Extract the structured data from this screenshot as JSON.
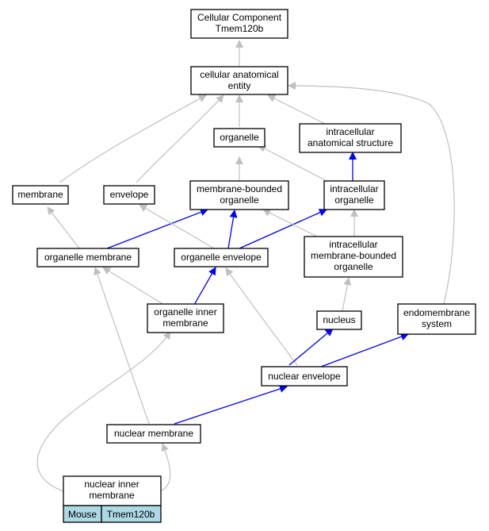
{
  "colors": {
    "is_a_edge": "#c0c0c0",
    "part_of_edge": "#0000ff",
    "annotation_cell": "#add8e6"
  },
  "nodes": {
    "root": [
      "Cellular Component",
      "Tmem120b"
    ],
    "cellular_anatomical_entity": [
      "cellular anatomical",
      "entity"
    ],
    "organelle": [
      "organelle"
    ],
    "intracellular_anatomical_structure": [
      "intracellular",
      "anatomical structure"
    ],
    "membrane": [
      "membrane"
    ],
    "envelope": [
      "envelope"
    ],
    "membrane_bounded_organelle": [
      "membrane-bounded",
      "organelle"
    ],
    "intracellular_organelle": [
      "intracellular",
      "organelle"
    ],
    "organelle_membrane": [
      "organelle membrane"
    ],
    "organelle_envelope": [
      "organelle envelope"
    ],
    "intracellular_membrane_bounded_organelle": [
      "intracellular",
      "membrane-bounded",
      "organelle"
    ],
    "organelle_inner_membrane": [
      "organelle inner",
      "membrane"
    ],
    "nucleus": [
      "nucleus"
    ],
    "endomembrane_system": [
      "endomembrane",
      "system"
    ],
    "nuclear_envelope": [
      "nuclear envelope"
    ],
    "nuclear_membrane": [
      "nuclear membrane"
    ],
    "nuclear_inner_membrane": [
      "nuclear inner",
      "membrane"
    ]
  },
  "annotation": {
    "species": "Mouse",
    "gene": "Tmem120b"
  }
}
